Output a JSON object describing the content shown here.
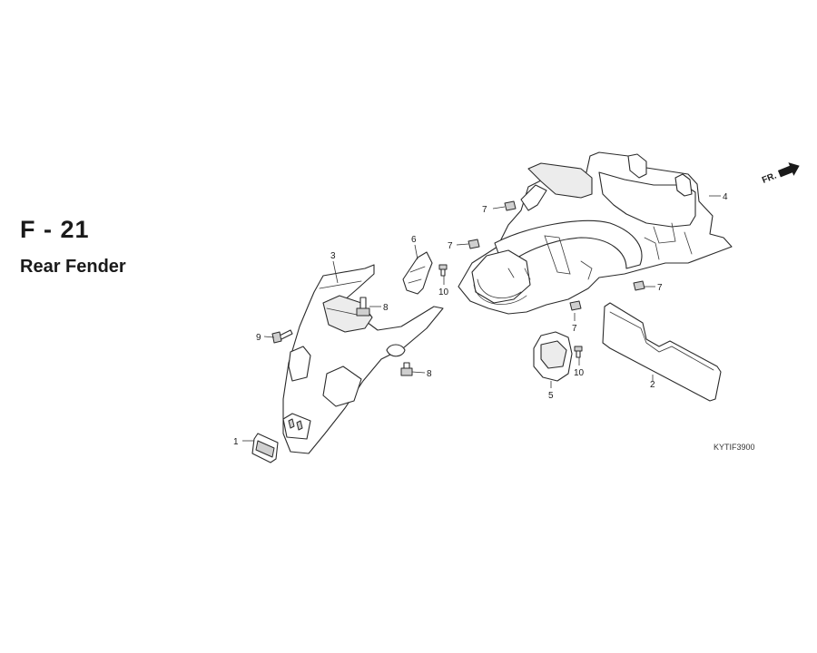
{
  "header": {
    "section_code": "F - 21",
    "title": "Rear Fender"
  },
  "figure_code": "KYTIF3900",
  "direction_marker": "FR.",
  "callouts": [
    "1",
    "2",
    "3",
    "4",
    "5",
    "6",
    "7",
    "7",
    "7",
    "7",
    "8",
    "8",
    "9",
    "10",
    "10"
  ]
}
